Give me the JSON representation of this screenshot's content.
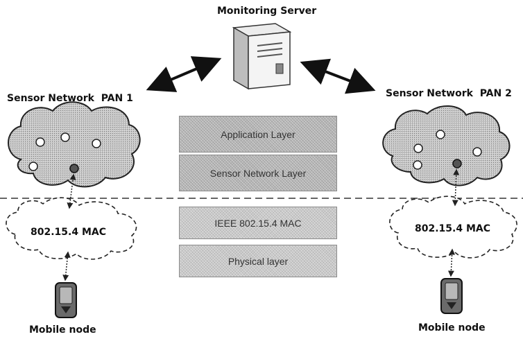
{
  "server": {
    "label": "Monitoring Server"
  },
  "pan1": {
    "label": "Sensor Network  PAN 1",
    "mac_label": "802.15.4 MAC",
    "mobile_label": "Mobile node"
  },
  "pan2": {
    "label": "Sensor Network  PAN 2",
    "mac_label": "802.15.4 MAC",
    "mobile_label": "Mobile node"
  },
  "stack": {
    "layers": [
      "Application Layer",
      "Sensor Network Layer",
      "IEEE 802.15.4 MAC",
      "Physical layer"
    ]
  }
}
